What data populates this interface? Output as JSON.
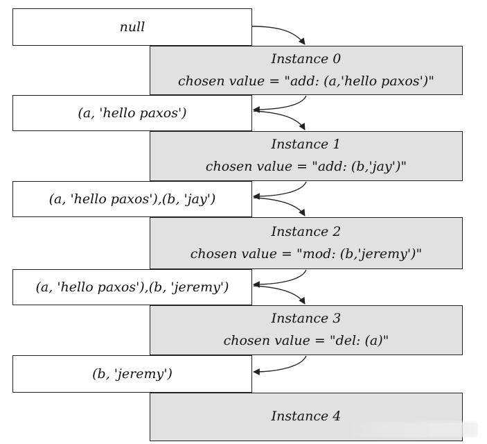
{
  "states": [
    "null",
    "(a, 'hello paxos')",
    "(a, 'hello paxos'),(b, 'jay')",
    "(a, 'hello paxos'),(b, 'jeremy')",
    "(b, 'jeremy')"
  ],
  "instances": [
    {
      "title": "Instance 0",
      "chosen": "chosen value = \"add: (a,'hello paxos')\""
    },
    {
      "title": "Instance 1",
      "chosen": "chosen value = \"add: (b,'jay')\""
    },
    {
      "title": "Instance 2",
      "chosen": "chosen value = \"mod: (b,'jeremy')\""
    },
    {
      "title": "Instance 3",
      "chosen": "chosen value = \"del: (a)\""
    },
    {
      "title": "Instance 4",
      "chosen": ""
    }
  ],
  "colors": {
    "instance_fill": "#e1e1e1",
    "state_fill": "#ffffff",
    "border": "#222222"
  }
}
